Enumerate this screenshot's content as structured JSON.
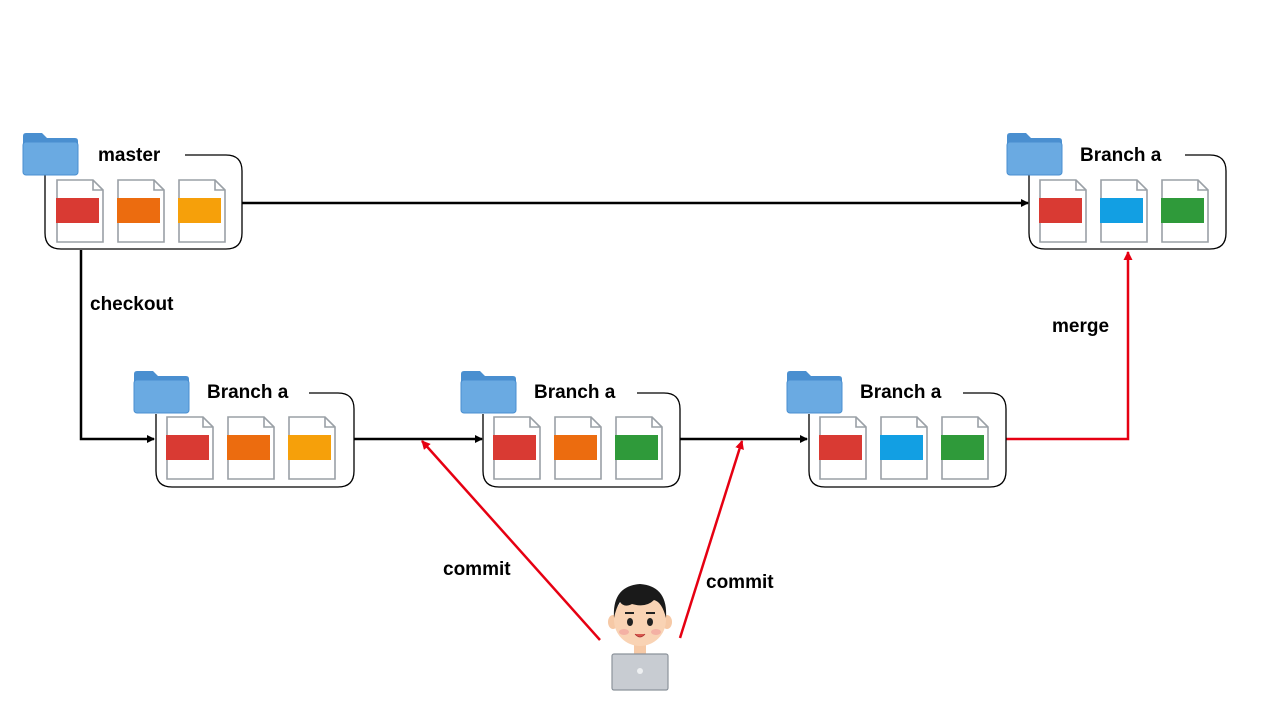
{
  "colors": {
    "red": "#d93a33",
    "orange": "#ec6c0f",
    "amber": "#f6a00a",
    "green": "#2f9a3a",
    "blue": "#129fe3",
    "folder": "#5fa3dd",
    "arrow_black": "#000000",
    "arrow_red": "#e60012"
  },
  "nodes": {
    "master": {
      "label": "master",
      "files": [
        "red",
        "orange",
        "amber"
      ]
    },
    "branch1": {
      "label": "Branch a",
      "files": [
        "red",
        "orange",
        "amber"
      ]
    },
    "branch2": {
      "label": "Branch a",
      "files": [
        "red",
        "orange",
        "green"
      ]
    },
    "branch3": {
      "label": "Branch a",
      "files": [
        "red",
        "blue",
        "green"
      ]
    },
    "merged": {
      "label": "Branch a",
      "files": [
        "red",
        "blue",
        "green"
      ]
    }
  },
  "edges": {
    "checkout": "checkout",
    "commit_1": "commit",
    "commit_2": "commit",
    "merge": "merge"
  },
  "actor": {
    "icon": "developer-with-laptop-icon"
  }
}
